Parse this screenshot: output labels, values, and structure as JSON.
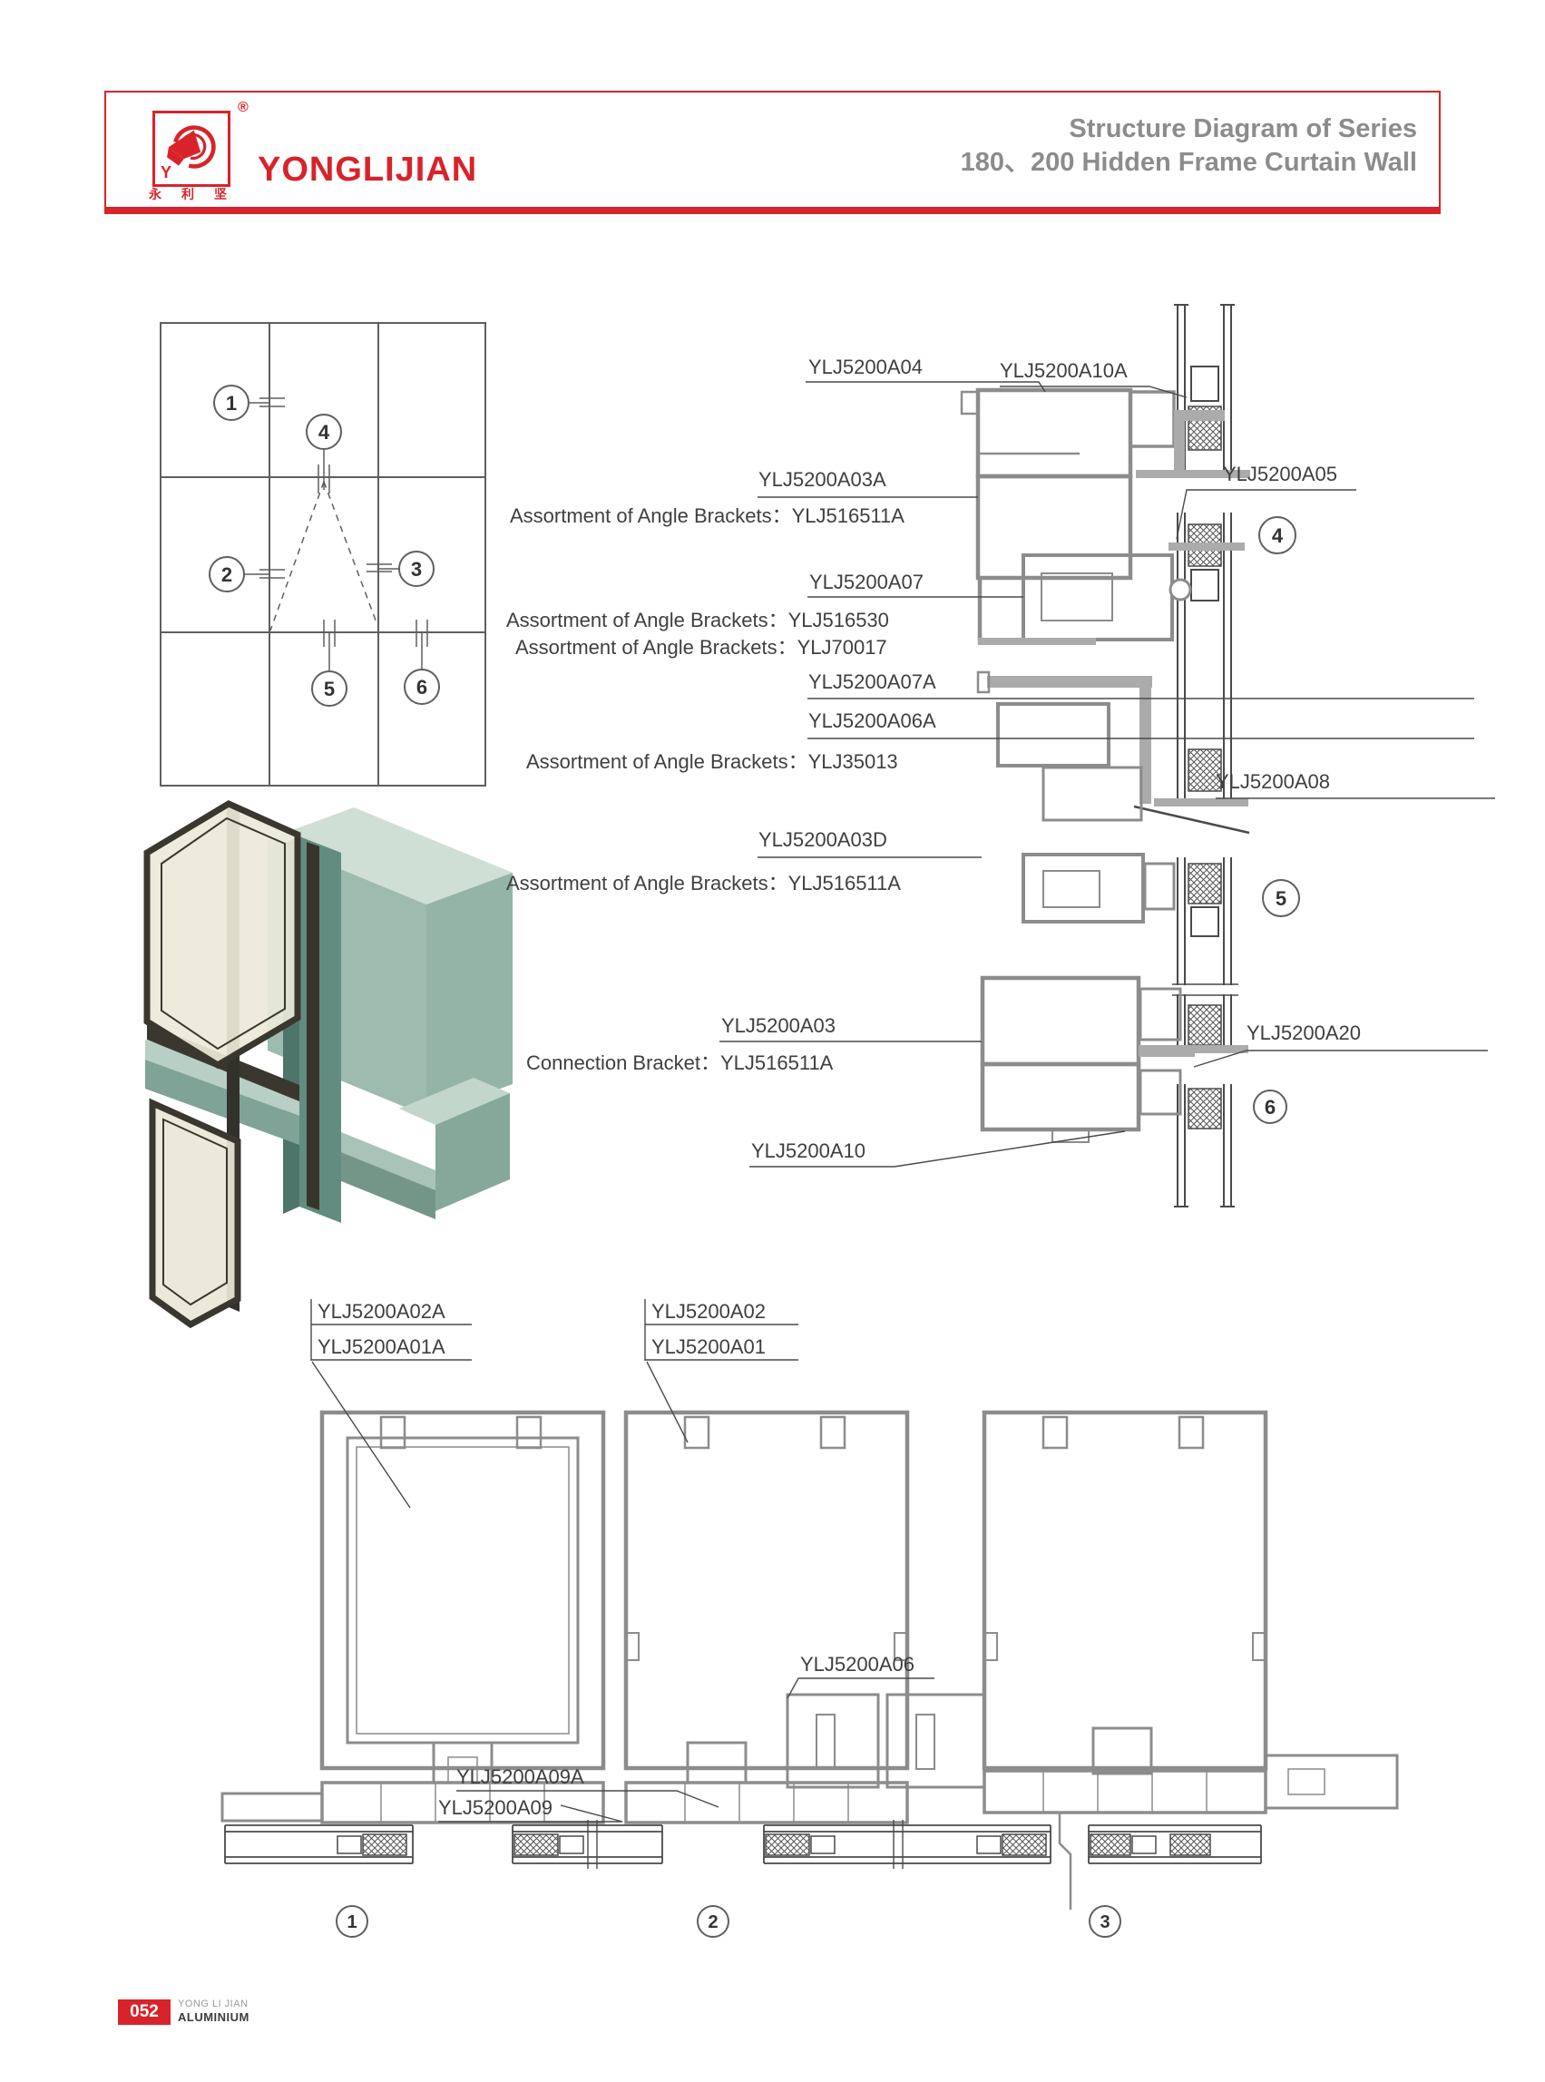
{
  "header": {
    "brand": "YONGLIJIAN",
    "brand_cn": "永利坚",
    "logo_monogram": "Y",
    "registered": "®",
    "title_line1": "Structure Diagram of Series",
    "title_line2": "180、200 Hidden Frame Curtain Wall"
  },
  "colors": {
    "brand_red": "#d8232a",
    "title_gray": "#8c8c8c",
    "drawing_gray": "#8c8c8c",
    "line_dark": "#4a4a4a",
    "iso_green": "#8fb0a3",
    "iso_dark_frame": "#36352c"
  },
  "callouts": {
    "c1": "1",
    "c2": "2",
    "c3": "3",
    "c4": "4",
    "c5": "5",
    "c6": "6"
  },
  "annotations": {
    "a04": "YLJ5200A04",
    "a10a": "YLJ5200A10A",
    "a03a": "YLJ5200A03A",
    "note_516511a_top": "Assortment of Angle Brackets：YLJ516511A",
    "a07": "YLJ5200A07",
    "note_516530": "Assortment of Angle Brackets：YLJ516530",
    "note_70017": "Assortment of Angle Brackets：YLJ70017",
    "a05": "YLJ5200A05",
    "a07a": "YLJ5200A07A",
    "a06a": "YLJ5200A06A",
    "note_35013": "Assortment of Angle Brackets：YLJ35013",
    "a03d": "YLJ5200A03D",
    "note_516511a_mid": "Assortment of Angle Brackets：YLJ516511A",
    "a08": "YLJ5200A08",
    "a03": "YLJ5200A03",
    "note_connection": "Connection Bracket：YLJ516511A",
    "a20": "YLJ5200A20",
    "a10": "YLJ5200A10"
  },
  "bottom_annotations": {
    "m1_top": "YLJ5200A02A",
    "m1_bot": "YLJ5200A01A",
    "m2_top": "YLJ5200A02",
    "m2_bot": "YLJ5200A01",
    "a06": "YLJ5200A06",
    "a09a": "YLJ5200A09A",
    "a09": "YLJ5200A09"
  },
  "footer": {
    "page_number": "052",
    "company_line1": "YONG LI JIAN",
    "company_line2": "ALUMINIUM"
  }
}
